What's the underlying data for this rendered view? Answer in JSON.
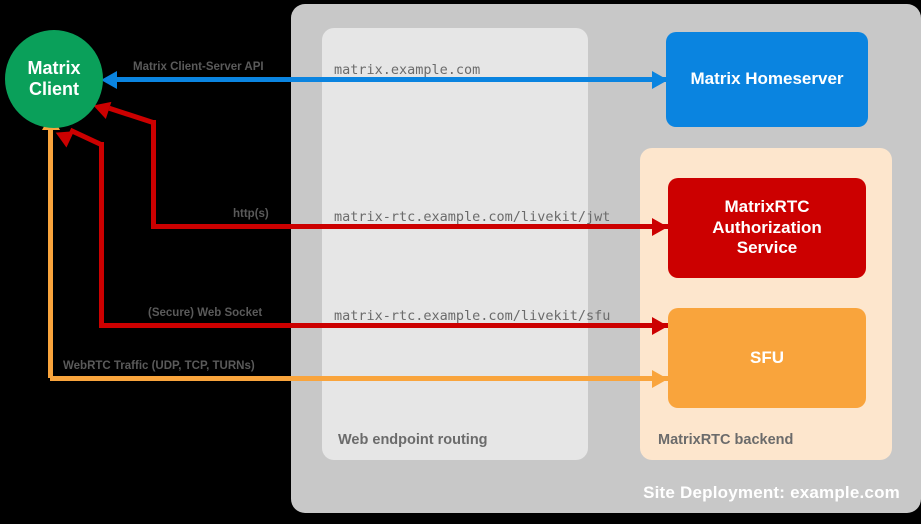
{
  "diagram": {
    "title": "Site Deployment: example.com",
    "background_color": "#000000"
  },
  "containers": {
    "site_deployment": {
      "label": "Site Deployment: example.com",
      "color": "#c8c8c8"
    },
    "web_endpoint_routing": {
      "label": "Web endpoint routing",
      "color": "#e6e6e6"
    },
    "matrixrtc_backend": {
      "label": "MatrixRTC backend",
      "color": "#fde6cd"
    }
  },
  "nodes": {
    "client": {
      "line1": "Matrix",
      "line2": "Client",
      "color": "#0aa05a"
    },
    "homeserver": {
      "label": "Matrix Homeserver",
      "color": "#0a84e0"
    },
    "auth_service": {
      "line1": "MatrixRTC",
      "line2": "Authorization",
      "line3": "Service",
      "color": "#cc0000"
    },
    "sfu": {
      "label": "SFU",
      "color": "#f9a43c"
    }
  },
  "edges": [
    {
      "protocol_label": "Matrix Client-Server API",
      "endpoint_label": "matrix.example.com",
      "color": "#0a84e0"
    },
    {
      "protocol_label": "http(s)",
      "endpoint_label": "matrix-rtc.example.com/livekit/jwt",
      "color": "#cc0000"
    },
    {
      "protocol_label": "(Secure) Web Socket",
      "endpoint_label": "matrix-rtc.example.com/livekit/sfu",
      "color": "#cc0000"
    },
    {
      "protocol_label": "WebRTC Traffic (UDP, TCP, TURNs)",
      "endpoint_label": "",
      "color": "#f9a43c"
    }
  ]
}
